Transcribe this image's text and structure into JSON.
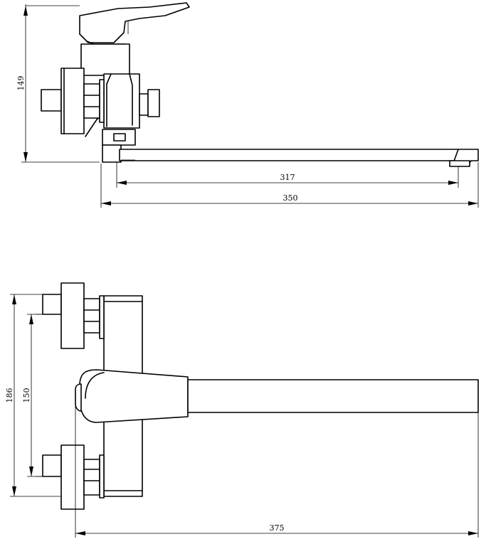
{
  "side_view": {
    "height_label": "149",
    "spout_reach_label": "317",
    "overall_length_label": "350"
  },
  "top_view": {
    "overall_width_label": "186",
    "inlet_spacing_label": "150",
    "total_length_label": "375"
  }
}
